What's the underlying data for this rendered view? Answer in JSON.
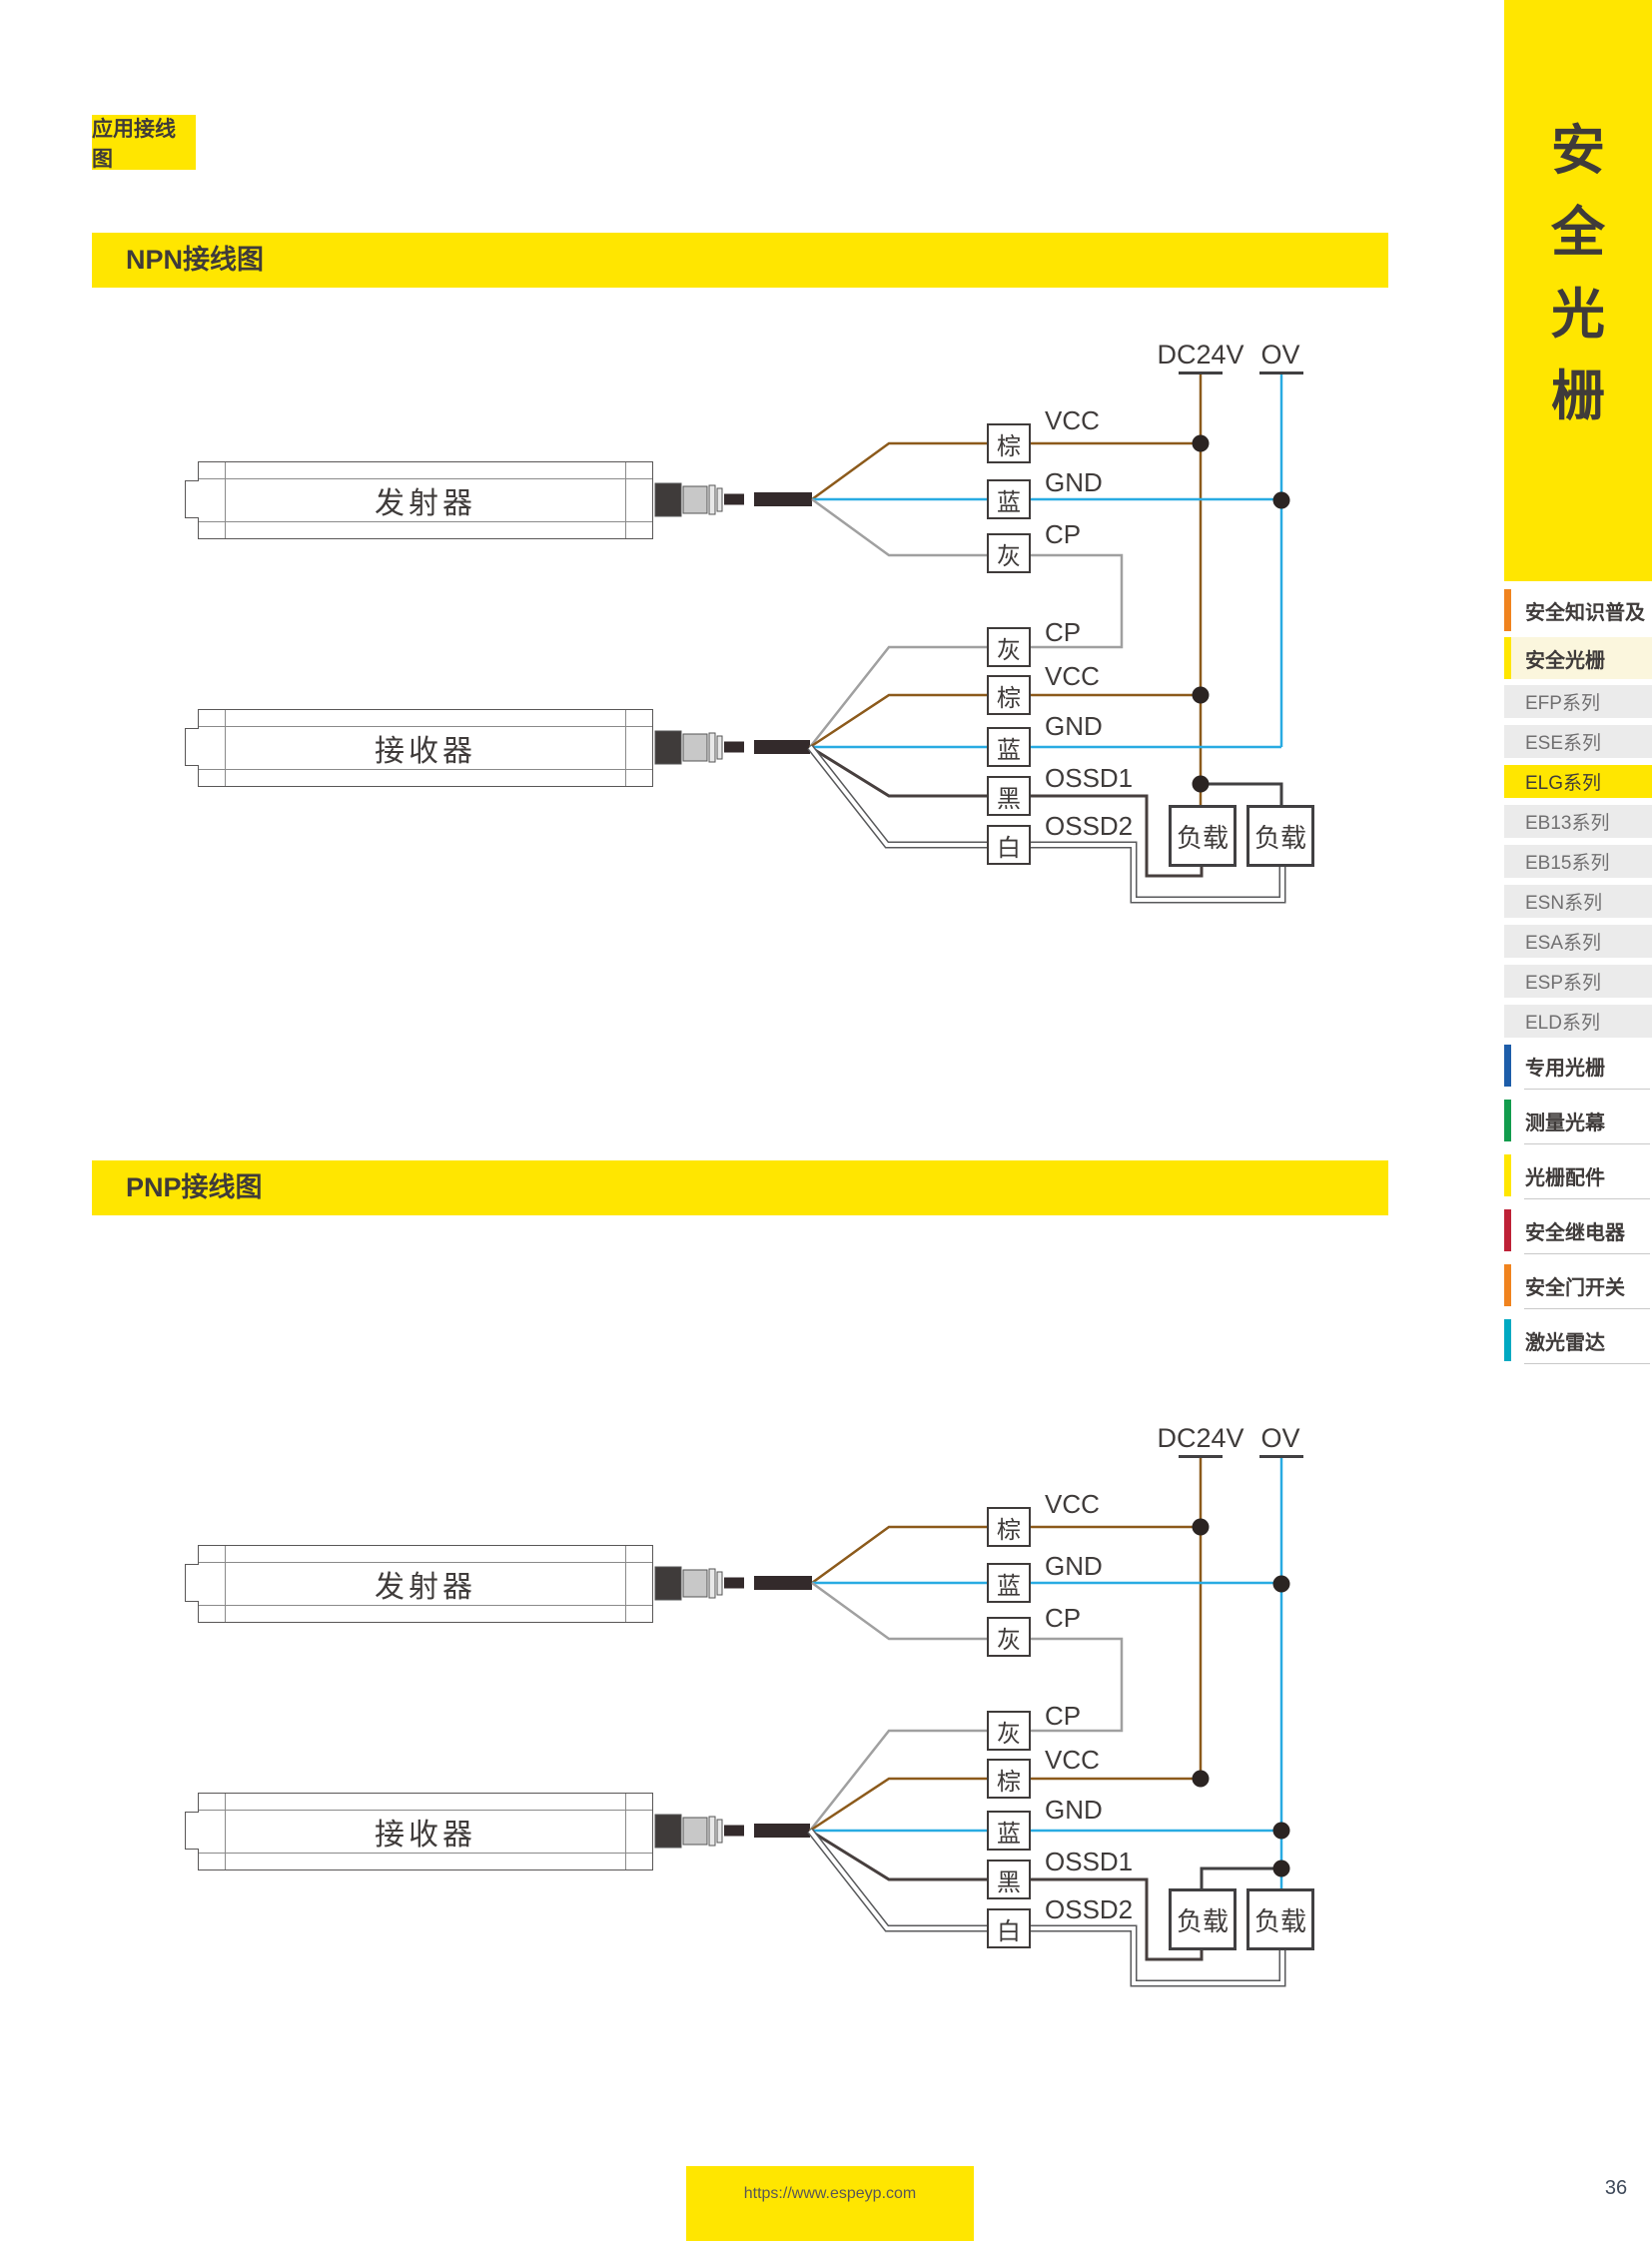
{
  "page": {
    "section_title": "应用接线图",
    "footer_url": "https://www.espeyp.com",
    "page_number": "36"
  },
  "banners": {
    "npn": "NPN接线图",
    "pnp": "PNP接线图"
  },
  "diagram_labels": {
    "transmitter": "发射器",
    "receiver": "接收器",
    "load": "负载",
    "rail_pos": "DC24V",
    "rail_neg": "OV",
    "wire_boxes": {
      "brown": "棕",
      "blue": "蓝",
      "gray": "灰",
      "black": "黑",
      "white": "白"
    },
    "signals": {
      "vcc": "VCC",
      "gnd": "GND",
      "cp": "CP",
      "ossd1": "OSSD1",
      "ossd2": "OSSD2"
    }
  },
  "sidebar": {
    "vertical_title_chars": [
      "安",
      "全",
      "光",
      "栅"
    ],
    "groups_top": [
      {
        "label": "安全知识普及",
        "accent": "#F0831E"
      },
      {
        "label": "安全光栅",
        "accent": "#FFE600"
      }
    ],
    "series": [
      "EFP系列",
      "ESE系列",
      "ELG系列",
      "EB13系列",
      "EB15系列",
      "ESN系列",
      "ESA系列",
      "ESP系列",
      "ELD系列"
    ],
    "selected_series": "ELG系列",
    "groups_bottom": [
      {
        "label": "专用光栅",
        "accent": "#1D5DA9"
      },
      {
        "label": "测量光幕",
        "accent": "#129C4D"
      },
      {
        "label": "光栅配件",
        "accent": "#FFE600"
      },
      {
        "label": "安全继电器",
        "accent": "#BE2137"
      },
      {
        "label": "安全门开关",
        "accent": "#F0831E"
      },
      {
        "label": "激光雷达",
        "accent": "#00A9C2"
      }
    ]
  },
  "colors": {
    "banner_yellow": "#FFE600",
    "wire_brown": "#8C5A1B",
    "wire_blue": "#29ABE2",
    "wire_gray": "#A0A0A0",
    "wire_black": "#473F3E",
    "line_charcoal": "#414042",
    "text_dark": "#3F3B3A",
    "series_bg": "#EBEBEB",
    "cream_bg": "#FBF6DD"
  }
}
